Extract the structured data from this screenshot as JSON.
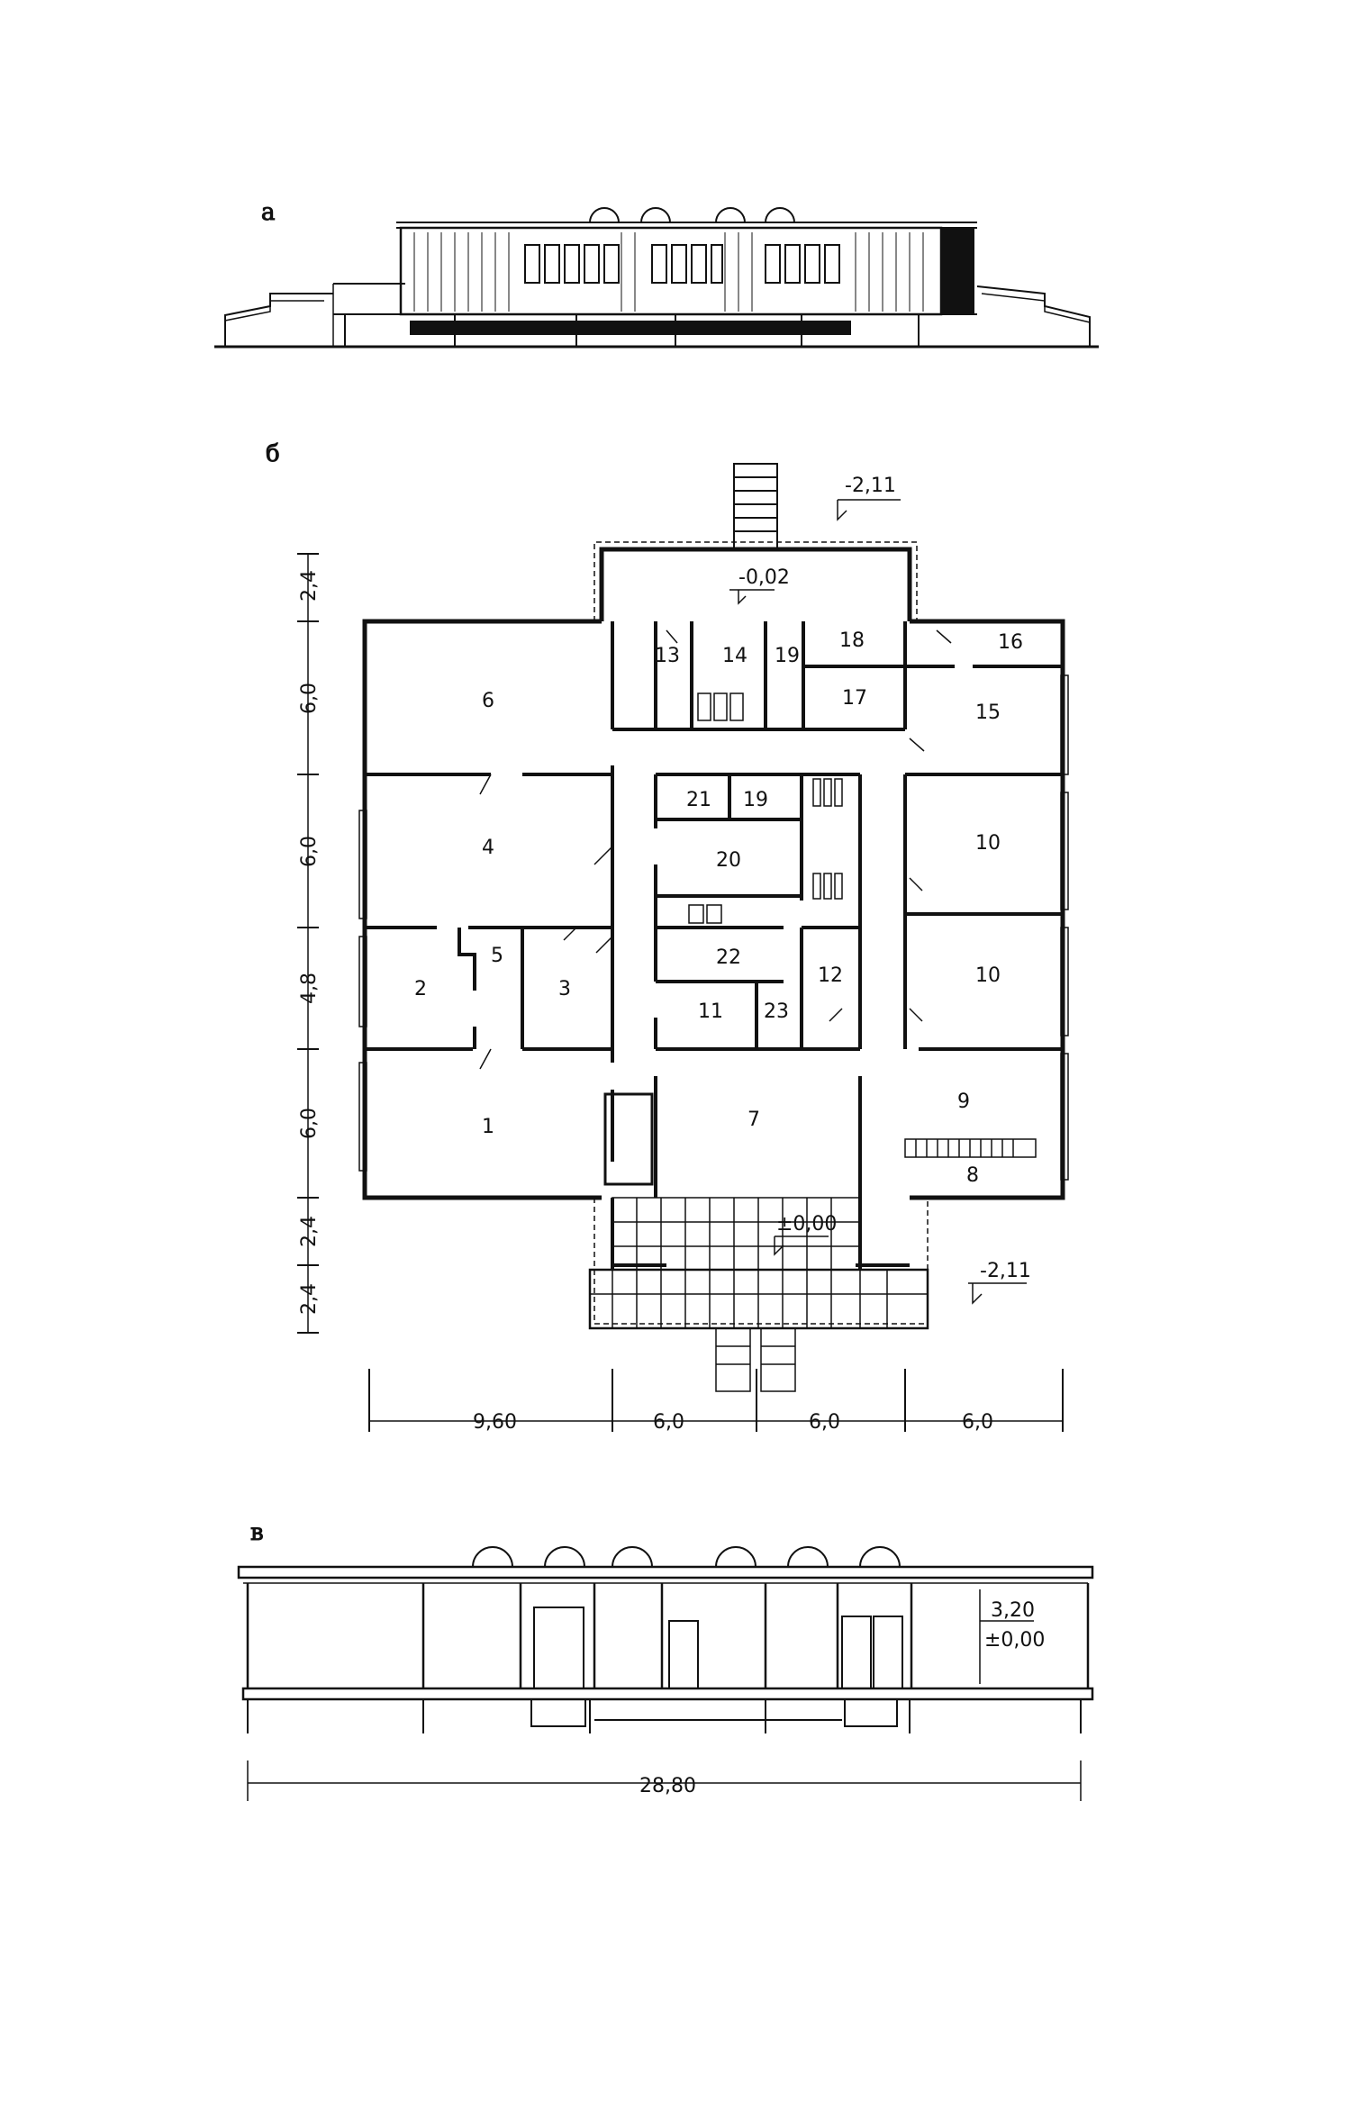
{
  "sections": {
    "facade": "а",
    "plan": "б",
    "section": "в"
  },
  "plan_rooms": [
    "1",
    "2",
    "3",
    "4",
    "5",
    "6",
    "7",
    "8",
    "9",
    "10",
    "10",
    "11",
    "12",
    "13",
    "14",
    "15",
    "16",
    "17",
    "18",
    "19",
    "19",
    "20",
    "21",
    "22",
    "23"
  ],
  "elevations": {
    "entry_ground_top": "-2,11",
    "entry_ground_bottom": "-2,11",
    "vestibule": "-0,02",
    "floor_zero": "±0,00",
    "section_height": "3,20",
    "section_floor": "±0,00"
  },
  "vertical_dims": [
    "2,4",
    "6,0",
    "6,0",
    "4,8",
    "6,0",
    "2,4",
    "2,4"
  ],
  "horizontal_dims": [
    "9,60",
    "6,0",
    "6,0",
    "6,0"
  ],
  "overall_width": "28,80"
}
